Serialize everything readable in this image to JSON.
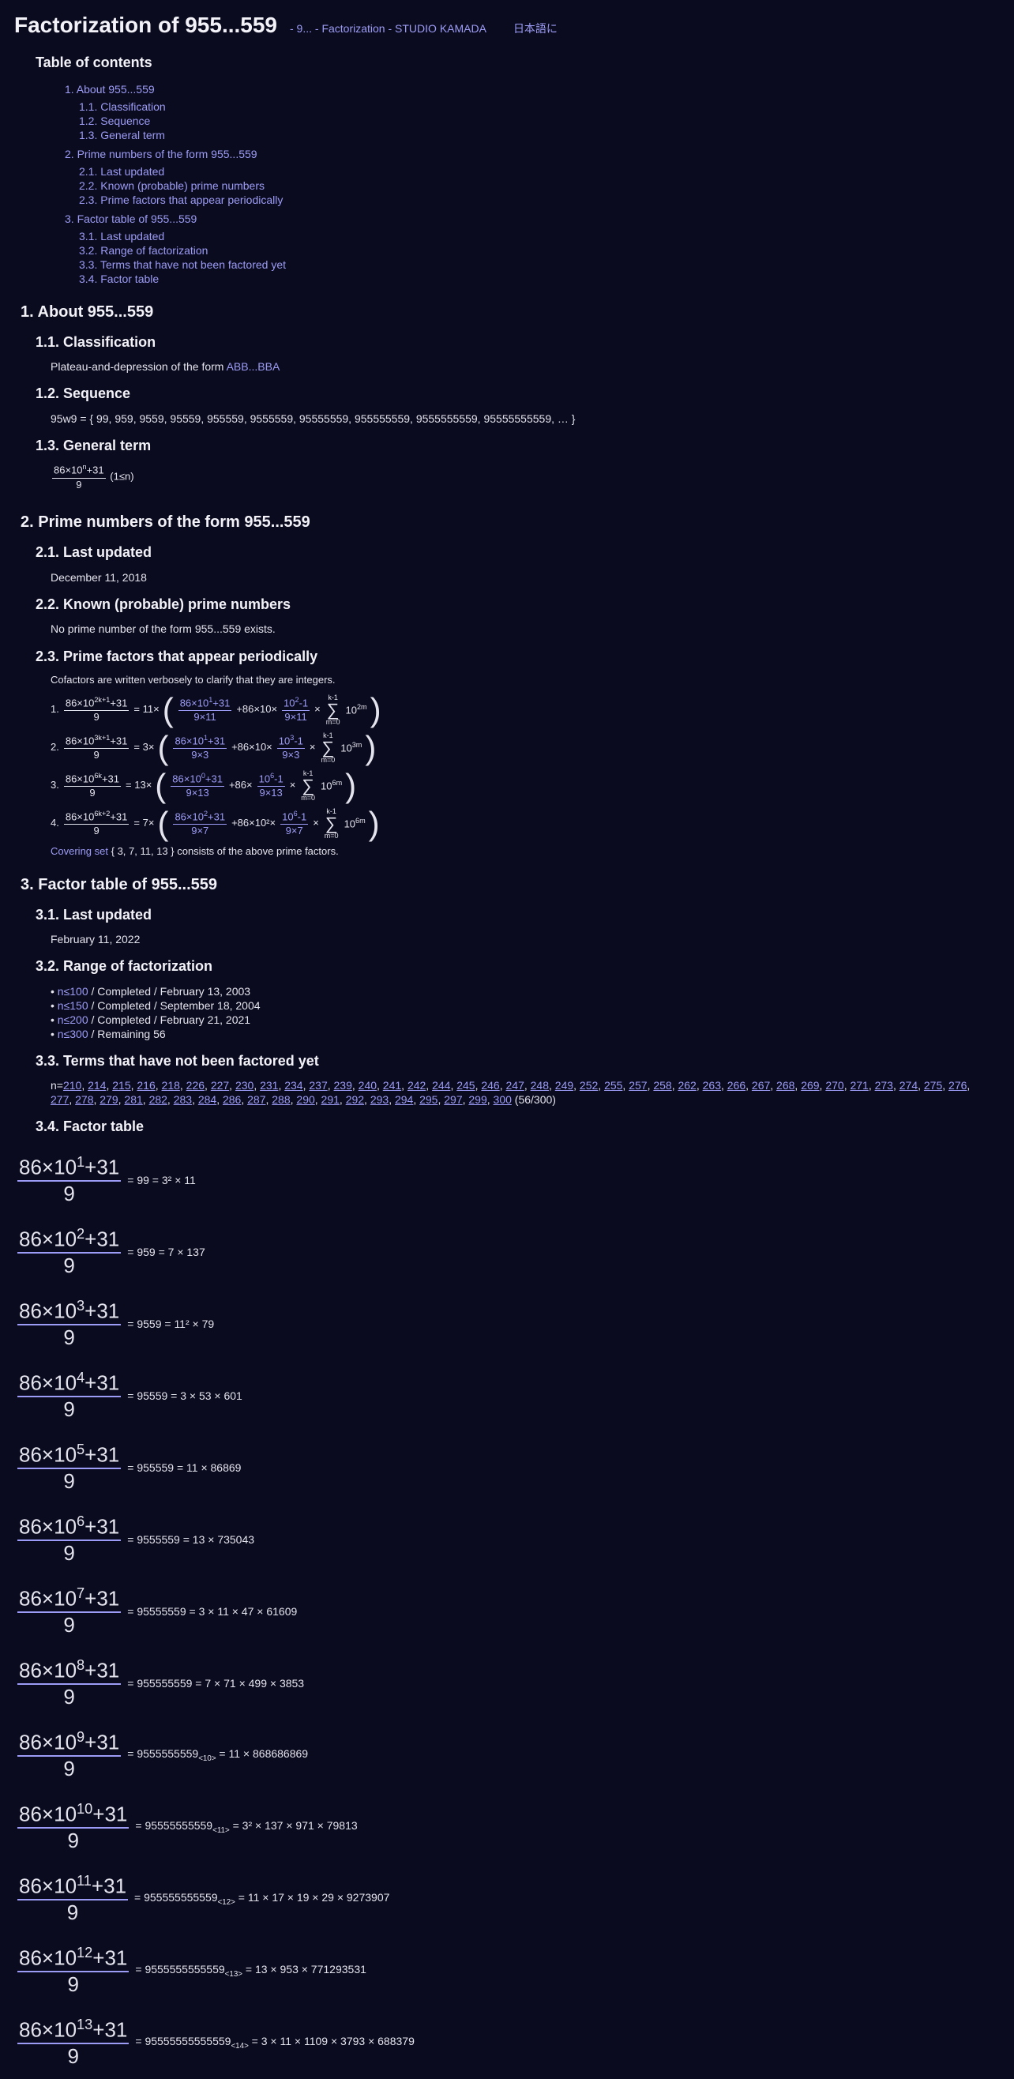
{
  "header": {
    "title": "Factorization of 955...559",
    "subtitle": "- 9... - Factorization - STUDIO KAMADA",
    "language_link": "日本語に"
  },
  "toc": {
    "title": "Table of contents",
    "groups": [
      {
        "label": "1. About 955...559",
        "items": [
          "1.1. Classification",
          "1.2. Sequence",
          "1.3. General term"
        ]
      },
      {
        "label": "2. Prime numbers of the form 955...559",
        "items": [
          "2.1. Last updated",
          "2.2. Known (probable) prime numbers",
          "2.3. Prime factors that appear periodically"
        ]
      },
      {
        "label": "3. Factor table of 955...559",
        "items": [
          "3.1. Last updated",
          "3.2. Range of factorization",
          "3.3. Terms that have not been factored yet",
          "3.4. Factor table"
        ]
      }
    ]
  },
  "s1": {
    "title": "1. About 955...559",
    "classification": {
      "title": "1.1. Classification",
      "text": "Plateau-and-depression of the form",
      "link": "ABB...BBA"
    },
    "sequence": {
      "title": "1.2. Sequence",
      "text": "95w9 = { 99, 959, 9559, 95559, 955559, 9555559, 95555559, 955555559, 9555555559, 95555555559, … }"
    },
    "general": {
      "title": "1.3. General term",
      "num_a": "86×10",
      "num_exp": "n",
      "num_b": "+31",
      "den": "9",
      "cond": "(1≤n)"
    }
  },
  "s2": {
    "title": "2. Prime numbers of the form 955...559",
    "updated": {
      "title": "2.1. Last updated",
      "text": "December 11, 2018"
    },
    "known": {
      "title": "2.2. Known (probable) prime numbers",
      "text": "No prime number of the form 955...559 exists."
    },
    "periodic": {
      "title": "2.3. Prime factors that appear periodically",
      "text": "Cofactors are written verbosely to clarify that they are integers.",
      "formulas": [
        {
          "idx": "1.",
          "lhs_exp": "2k+1",
          "mult": "= 11×",
          "a_exp": "1",
          "a_den": "9×11",
          "mid": "+86×10×",
          "b_exp": "2",
          "b_den": "9×11",
          "top": "k-1",
          "bot": "m=0",
          "tail_exp": "2m"
        },
        {
          "idx": "2.",
          "lhs_exp": "3k+1",
          "mult": "= 3×",
          "a_exp": "1",
          "a_den": "9×3",
          "mid": "+86×10×",
          "b_exp": "3",
          "b_den": "9×3",
          "top": "k-1",
          "bot": "m=0",
          "tail_exp": "3m"
        },
        {
          "idx": "3.",
          "lhs_exp": "6k",
          "mult": "= 13×",
          "a_exp": "0",
          "a_den": "9×13",
          "mid": "+86×",
          "b_exp": "6",
          "b_den": "9×13",
          "top": "k-1",
          "bot": "m=0",
          "tail_exp": "6m"
        },
        {
          "idx": "4.",
          "lhs_exp": "6k+2",
          "mult": "= 7×",
          "a_exp": "2",
          "a_den": "9×7",
          "mid": "+86×10²×",
          "b_exp": "6",
          "b_den": "9×7",
          "top": "k-1",
          "bot": "m=0",
          "tail_exp": "6m"
        }
      ],
      "covering_link": "Covering set",
      "covering_text": "{ 3, 7, 11, 13 } consists of the above prime factors."
    }
  },
  "s3": {
    "title": "3. Factor table of 955...559",
    "updated": {
      "title": "3.1. Last updated",
      "text": "February 11, 2022"
    },
    "range": {
      "title": "3.2. Range of factorization",
      "items": [
        {
          "n": "n≤100",
          "rest": " / Completed / February 13, 2003"
        },
        {
          "n": "n≤150",
          "rest": " / Completed / September 18, 2004"
        },
        {
          "n": "n≤200",
          "rest": " / Completed / February 21, 2021"
        },
        {
          "n": "n≤300",
          "rest": " / Remaining 56"
        }
      ]
    },
    "unfactored": {
      "title": "3.3. Terms that have not been factored yet",
      "prefix": "n=",
      "terms": [
        "210",
        "214",
        "215",
        "216",
        "218",
        "226",
        "227",
        "230",
        "231",
        "234",
        "237",
        "239",
        "240",
        "241",
        "242",
        "244",
        "245",
        "246",
        "247",
        "248",
        "249",
        "252",
        "255",
        "257",
        "258",
        "262",
        "263",
        "266",
        "267",
        "268",
        "269",
        "270",
        "271",
        "273",
        "274",
        "275",
        "276",
        "277",
        "278",
        "279",
        "281",
        "282",
        "283",
        "284",
        "286",
        "287",
        "288",
        "290",
        "291",
        "292",
        "293",
        "294",
        "295",
        "297",
        "299",
        "300"
      ],
      "count": "(56/300)"
    },
    "table": {
      "title": "3.4. Factor table",
      "rows": [
        {
          "n": "1",
          "value": "99",
          "sub": "",
          "factors": "3² × 11"
        },
        {
          "n": "2",
          "value": "959",
          "sub": "",
          "factors": "7 × 137"
        },
        {
          "n": "3",
          "value": "9559",
          "sub": "",
          "factors": "11² × 79"
        },
        {
          "n": "4",
          "value": "95559",
          "sub": "",
          "factors": "3 × 53 × 601"
        },
        {
          "n": "5",
          "value": "955559",
          "sub": "",
          "factors": "11 × 86869"
        },
        {
          "n": "6",
          "value": "9555559",
          "sub": "",
          "factors": "13 × 735043"
        },
        {
          "n": "7",
          "value": "95555559",
          "sub": "",
          "factors": "3 × 11 × 47 × 61609"
        },
        {
          "n": "8",
          "value": "955555559",
          "sub": "",
          "factors": "7 × 71 × 499 × 3853"
        },
        {
          "n": "9",
          "value": "9555555559",
          "sub": "<10>",
          "factors": "11 × 868686869"
        },
        {
          "n": "10",
          "value": "95555555559",
          "sub": "<11>",
          "factors": "3² × 137 × 971 × 79813"
        },
        {
          "n": "11",
          "value": "955555555559",
          "sub": "<12>",
          "factors": "11 × 17 × 19 × 29 × 9273907"
        },
        {
          "n": "12",
          "value": "9555555555559",
          "sub": "<13>",
          "factors": "13 × 953 × 771293531"
        },
        {
          "n": "13",
          "value": "95555555555559",
          "sub": "<14>",
          "factors": "3 × 11 × 1109 × 3793 × 688379"
        }
      ],
      "num_a": "86×10",
      "num_b": "+31",
      "den": "9"
    }
  }
}
